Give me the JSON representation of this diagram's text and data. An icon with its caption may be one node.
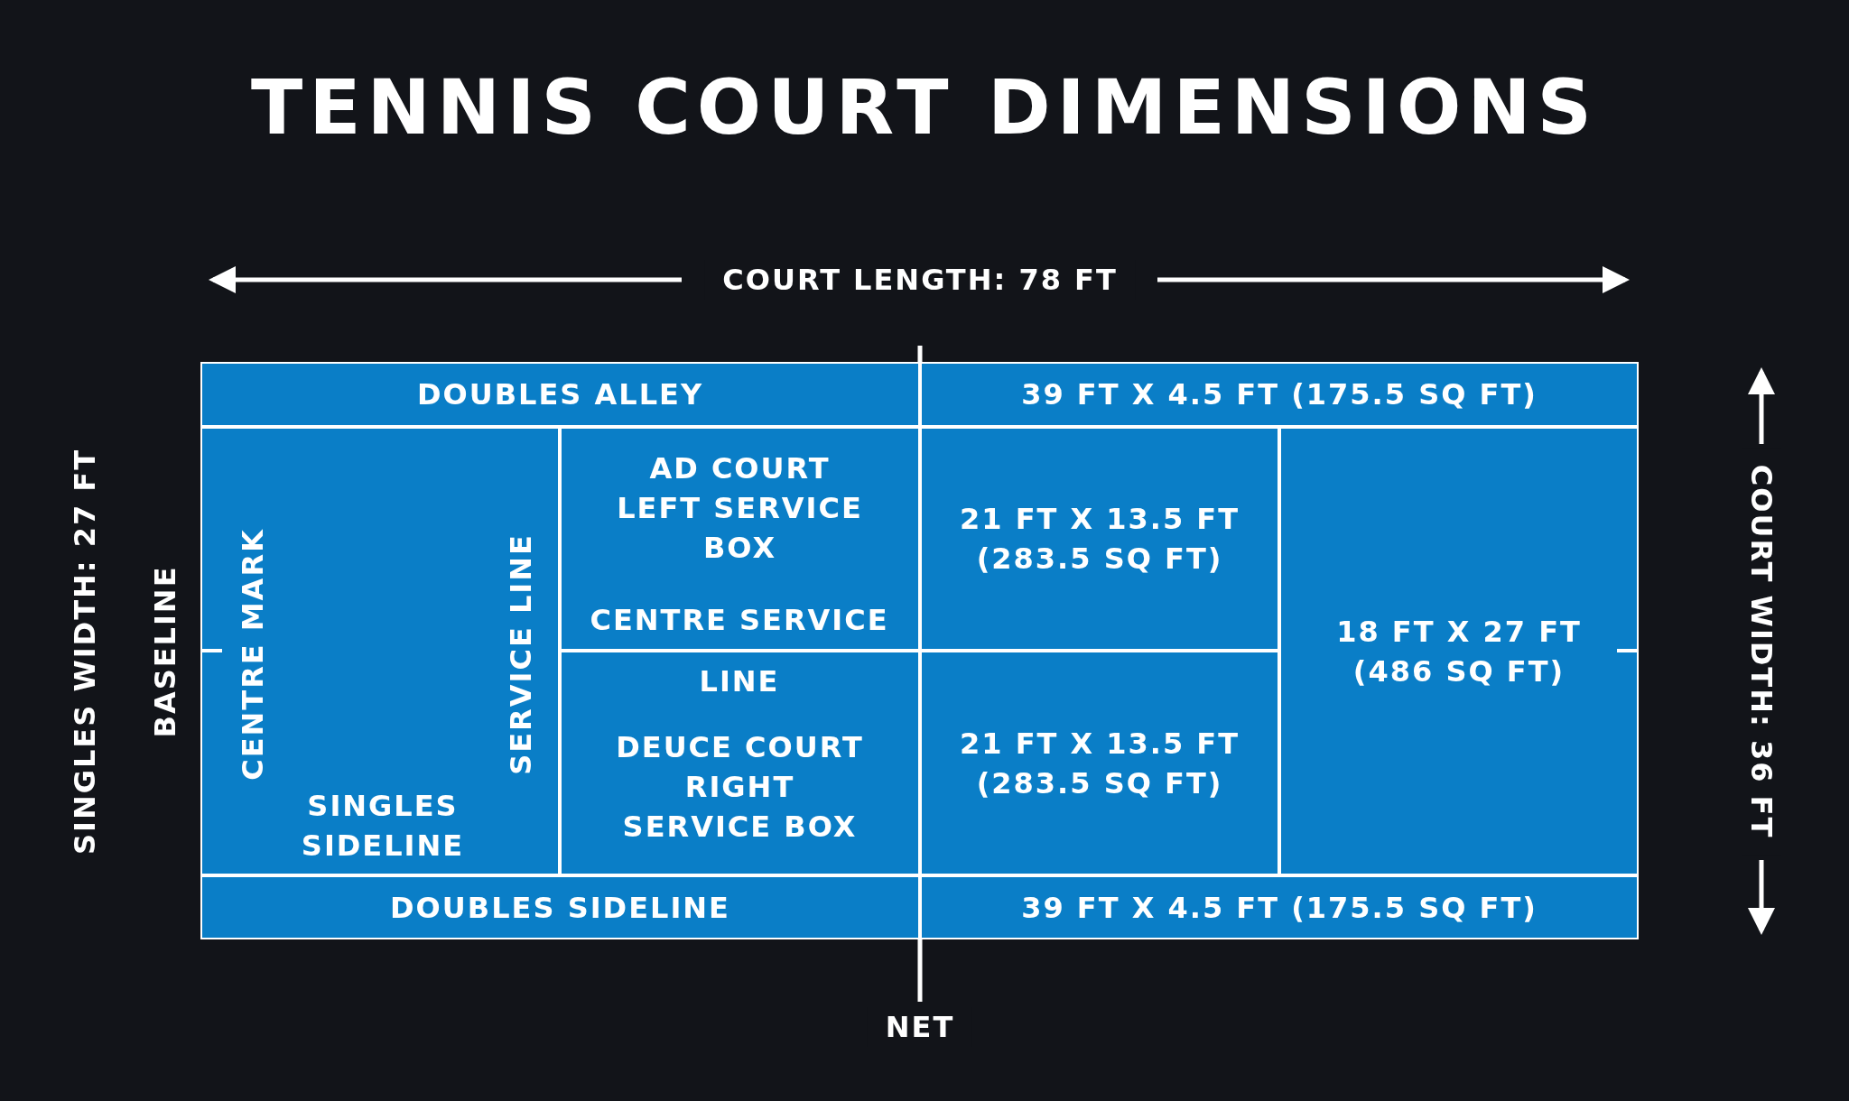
{
  "diagram": {
    "title": "TENNIS COURT DIMENSIONS",
    "nodes": [
      {
        "text": [
          "DOUBLES ALLEY"
        ]
      },
      {
        "text": [
          "39 FT X 4.5 FT (175.5 SQ FT)"
        ]
      },
      {
        "text": [
          "CENTRE MARK",
          "SINGLES SIDELINE",
          "SERVICE LINE"
        ]
      },
      {
        "text": [
          "AD COURT LEFT SERVICE BOX"
        ]
      },
      {
        "text": [
          "DEUCE COURT RIGHT SERVICE BOX"
        ]
      },
      {
        "text": [
          "21 FT X 13.5 FT (283.5 SQ FT)"
        ]
      },
      {
        "text": [
          "21 FT X 13.5 FT (283.5 SQ FT)"
        ]
      },
      {
        "text": [
          "18 FT X 27 FT (486 SQ FT)"
        ]
      },
      {
        "text": [
          "DOUBLES SIDELINE"
        ]
      },
      {
        "text": [
          "39 FT X 4.5 FT (175.5 SQ FT)"
        ]
      }
    ],
    "labels": [
      "COURT LENGTH: 78 FT",
      "SINGLES WIDTH: 27 FT",
      "BASELINE",
      "CENTRE SERVICE LINE",
      "COURT WIDTH: 36 FT",
      "NET"
    ]
  }
}
